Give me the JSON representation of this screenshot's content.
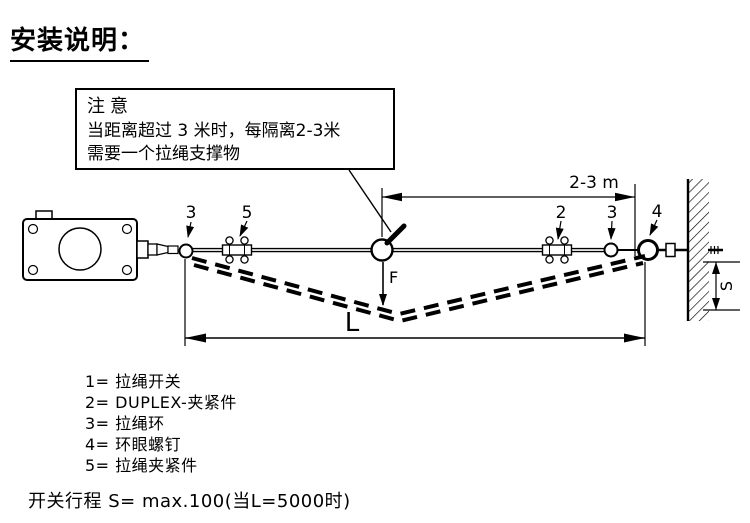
{
  "colors": {
    "ink": "#000000",
    "background": "#ffffff"
  },
  "page": {
    "title": "安装说明："
  },
  "note": {
    "heading": "注意",
    "line1": "当距离超过 3 米时，每隔离2-3米",
    "line2": "需要一个拉绳支撑物"
  },
  "diagram": {
    "dim_span_label": "2-3 m",
    "force_label": "F",
    "length_label": "L",
    "sag_label": "S",
    "part_labels": {
      "rope_ring_left": "3",
      "rope_clamp": "5",
      "duplex_clamp": "2",
      "rope_ring_right": "3",
      "eye_bolt": "4"
    }
  },
  "legend": {
    "items": [
      "1= 拉绳开关",
      "2= DUPLEX-夹紧件",
      "3= 拉绳环",
      "4= 环眼螺钉",
      "5= 拉绳夹紧件"
    ]
  },
  "footer": {
    "travel_note": "开关行程 S= max.100(当L=5000时)"
  }
}
